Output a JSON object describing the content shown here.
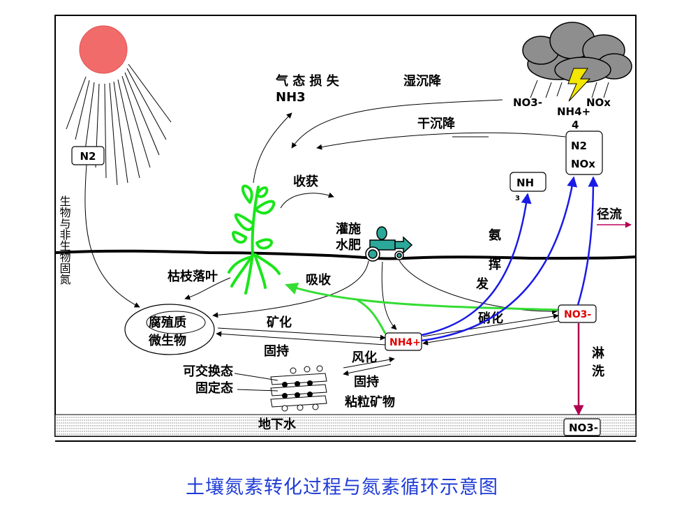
{
  "caption": "土壤氮素转化过程与氮素循环示意图",
  "labels": {
    "gas_loss": "气 态 损 失",
    "nh3_gas": "NH3",
    "wet_dep": "湿沉降",
    "dry_dep": "干沉降",
    "harvest": "收获",
    "n2_box": "N2",
    "bio_fix": "生物与非生物固氮",
    "no3_cloud": "NO3-",
    "nh4_cloud": "NH4+",
    "nox_cloud": "NOx",
    "four": "4",
    "n2_nox_box_a": "N2",
    "n2_nox_box_b": "NOx",
    "nh3_box": "NH",
    "nh3_box_sub": "3",
    "runoff": "径流",
    "fert_a": "灌施",
    "fert_b": "水肥",
    "ammonia": "氨",
    "volat_a": "挥",
    "volat_b": "发",
    "litter": "枯枝落叶",
    "uptake": "吸收",
    "nitrify": "硝化",
    "no3_box": "NO3-",
    "humus_a": "腐殖质",
    "humus_b": "微生物",
    "mineral": "矿化",
    "immob": "固持",
    "nh4_box": "NH4+",
    "leach_a": "淋",
    "leach_b": "洗",
    "weather": "风化",
    "fix": "固持",
    "exch": "可交换态",
    "fixed": "固定态",
    "clay": "粘粒矿物",
    "groundwater": "地下水",
    "no3_gw": "NO3-"
  },
  "colors": {
    "sun": "#f26b6b",
    "plant": "#19e619",
    "blue_arrow": "#1a1ae6",
    "leach_arrow": "#b00050",
    "runoff_arrow": "#c0005a",
    "uptake_arrow": "#33dd33",
    "red_text": "#e00000",
    "caption": "#1f3bd6"
  }
}
